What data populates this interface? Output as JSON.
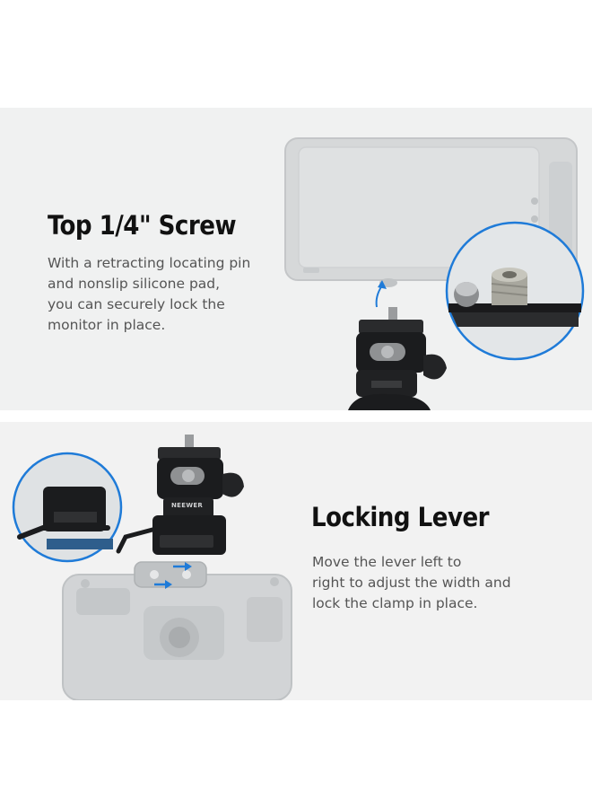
{
  "section_top": {
    "title": "Top 1/4\" Screw",
    "description": "With a retracting locating pin\nand nonslip silicone pad,\nyou can securely lock the\nmonitor in place."
  },
  "section_bottom": {
    "title": "Locking Lever",
    "description": "Move the lever left to\nright to adjust the width and\nlock the clamp in place.",
    "mount_logo": "NEEWER"
  },
  "colors": {
    "accent_blue": "#1f7bd8",
    "panel_bg": "#f0f1f1",
    "mount_black": "#1b1c1e"
  }
}
